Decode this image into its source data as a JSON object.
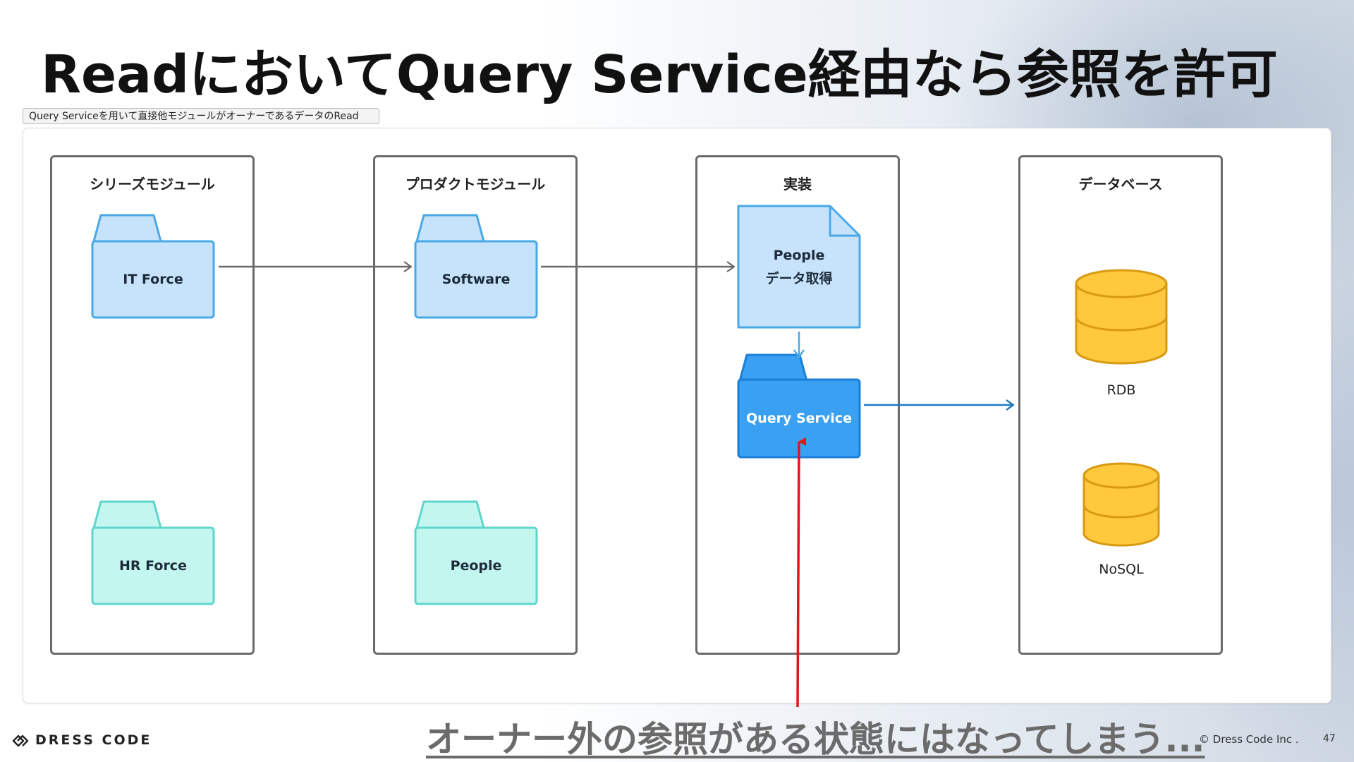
{
  "title": "ReadにおいてQuery Service経由なら参照を許可",
  "caption": "Query Serviceを用いて直接他モジュールがオーナーであるデータのRead",
  "columns": [
    {
      "title": "シリーズモジュール"
    },
    {
      "title": "プロダクトモジュール"
    },
    {
      "title": "実装"
    },
    {
      "title": "データベース"
    }
  ],
  "nodes": {
    "it_force": "IT Force",
    "hr_force": "HR Force",
    "software": "Software",
    "people": "People",
    "people_fetch_line1": "People",
    "people_fetch_line2": "データ取得",
    "query_service": "Query Service"
  },
  "databases": {
    "rdb": "RDB",
    "nosql": "NoSQL"
  },
  "warning": "オーナー外の参照がある状態にはなってしまう...",
  "footer": {
    "brand": "DRESS CODE",
    "copyright": "© Dress Code Inc .",
    "page": "47"
  },
  "colors": {
    "folder_blue_fill": "#c6e3fb",
    "folder_blue_stroke": "#4aa8e6",
    "folder_teal_fill": "#c3f6ef",
    "folder_teal_stroke": "#5fd6cc",
    "query_service_fill": "#3aa1f2",
    "query_service_stroke": "#1a7fd6",
    "db_fill": "#ffc83d",
    "db_stroke": "#d99a12",
    "arrow_gray": "#6a6a6a",
    "arrow_blue": "#1f7ac7",
    "arrow_red": "#e0151b"
  }
}
